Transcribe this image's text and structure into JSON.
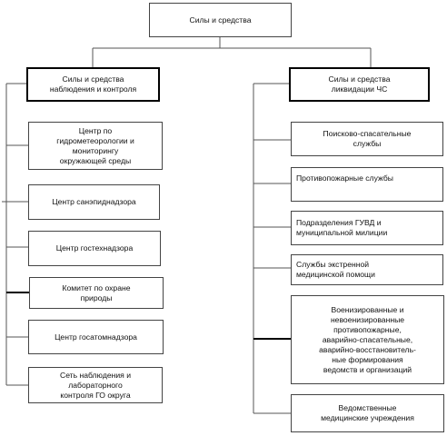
{
  "root": {
    "label": "Силы и средства"
  },
  "branches": [
    {
      "label": "Силы и средства\nнаблюдения и контроля",
      "items": [
        "Центр по\nгидрометеорологии и\nмониторингу\nокружающей среды",
        "Центр санэпиднадзора",
        "Центр гостехнадзора",
        "Комитет по охране\nприроды",
        "Центр госатомнадзора",
        "Сеть наблюдения и\nлабораторного\nконтроля ГО округа"
      ]
    },
    {
      "label": "Силы и средства\nликвидации ЧС",
      "items": [
        "Поисково-спасательные\nслужбы",
        "Противопожарные службы",
        "Подразделения ГУВД и\nмуниципальной милиции",
        "Службы экстренной\nмедицинской помощи",
        "Военизированные и\nневоенизированные\nпротивопожарные,\nаварийно-спасательные,\nаварийно-восстановитель-\nные формирования\nведомств и организаций",
        "Ведомственные\nмедицинские учреждения"
      ]
    }
  ]
}
